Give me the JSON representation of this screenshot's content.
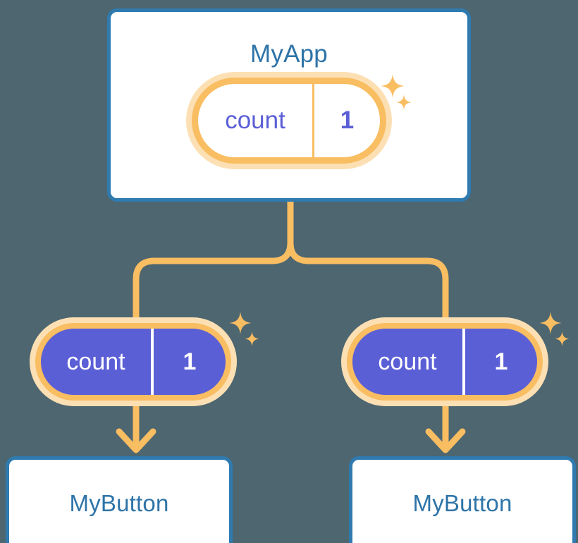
{
  "diagram": {
    "background_color": "#4d6670",
    "accent_orange": "#f9bd62",
    "accent_orange_light": "#fce0b4",
    "accent_blue": "#2f7bb0",
    "accent_purple": "#5b5fd6",
    "title_text_color": "#2e74a8"
  },
  "root": {
    "title": "MyApp",
    "state": {
      "key": "count",
      "value": "1"
    }
  },
  "children": [
    {
      "title": "MyButton",
      "state": {
        "key": "count",
        "value": "1"
      }
    },
    {
      "title": "MyButton",
      "state": {
        "key": "count",
        "value": "1"
      }
    }
  ],
  "icons": {
    "sparkle_large": "sparkle-icon",
    "sparkle_small": "sparkle-small-icon",
    "arrow": "arrow-down-icon"
  }
}
